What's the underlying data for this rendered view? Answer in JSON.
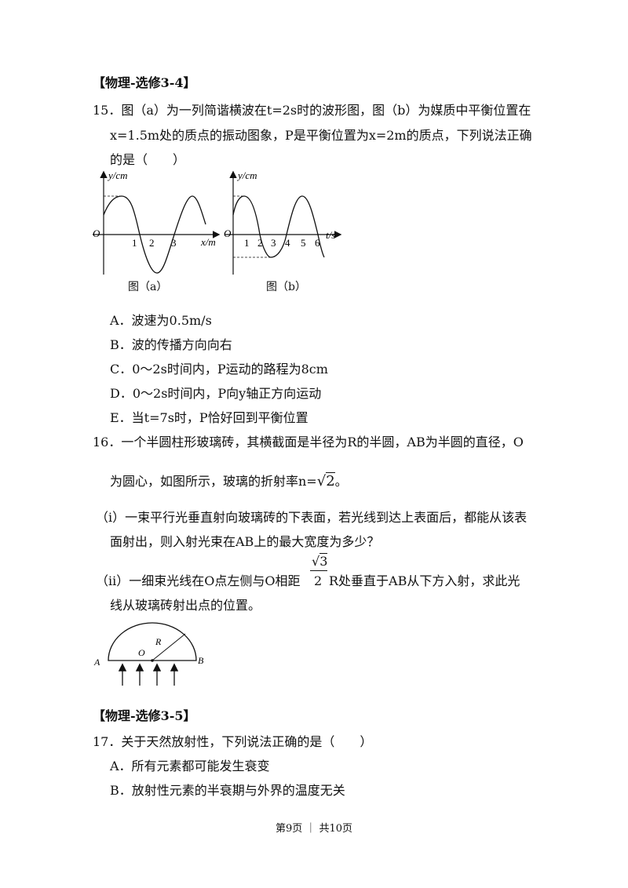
{
  "section34": "【物理-选修3-4】",
  "q15": {
    "line1": "15．图（a）为一列简谐横波在t=2s时的波形图，图（b）为媒质中平衡位置在",
    "line2": "x=1.5m处的质点的振动图象，P是平衡位置为x=2m的质点，下列说法正确",
    "line3": "的是（　　）",
    "fig_a": {
      "ylabel": "y/cm",
      "xlabel": "x/m",
      "origin": "O",
      "ticks": [
        "1",
        "2",
        "3"
      ],
      "caption": "图（a）"
    },
    "fig_b": {
      "ylabel": "y/cm",
      "xlabel": "t/s",
      "origin": "O",
      "ticks": [
        "1",
        "2",
        "3",
        "4",
        "5",
        "6"
      ],
      "caption": "图（b）"
    },
    "options": [
      "A．波速为0.5m/s",
      "B．波的传播方向向右",
      "C．0～2s时间内，P运动的路程为8cm",
      "D．0～2s时间内，P向y轴正方向运动",
      "E．当t=7s时，P恰好回到平衡位置"
    ]
  },
  "q16": {
    "line1": "16．一个半圆柱形玻璃砖，其横截面是半径为R的半圆，AB为半圆的直径，O",
    "line2_prefix": "为圆心，如图所示，玻璃的折射率n=",
    "sqrt2": "2",
    "line2_suffix": "。",
    "part1_line1": "（i）一束平行光垂直射向玻璃砖的下表面，若光线到达上表面后，都能从该表",
    "part1_line2": "面射出，则入射光束在AB上的最大宽度为多少？",
    "part2_prefix": "（ii）一细束光线在O点左侧与O相距",
    "frac_num": "3",
    "frac_den": "2",
    "part2_suffix": "R处垂直于AB从下方入射，求此光",
    "part2_line2": "线从玻璃砖射出点的位置。",
    "fig": {
      "A": "A",
      "B": "B",
      "O": "O",
      "R": "R"
    }
  },
  "section35": "【物理-选修3-5】",
  "q17": {
    "line1": "17．关于天然放射性，下列说法正确的是（　　）",
    "options": [
      "A．所有元素都可能发生衰变",
      "B．放射性元素的半衰期与外界的温度无关"
    ]
  },
  "footer": "第9页 ｜ 共10页"
}
